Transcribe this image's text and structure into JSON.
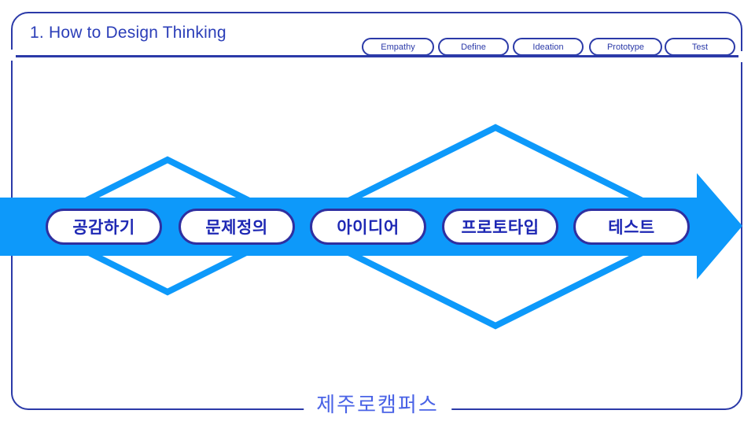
{
  "page": {
    "title": "1. How to Design Thinking"
  },
  "colors": {
    "accent_azure": "#0D99FA",
    "frame_indigo": "#2B3AA8",
    "title_blue": "#2B3EB8",
    "step_pill_border": "#2F2FA0",
    "step_pill_text": "#1E28B4",
    "logo_blue": "#4A63E6"
  },
  "stage_tabs": [
    {
      "label": "Empathy"
    },
    {
      "label": "Define"
    },
    {
      "label": "Ideation"
    },
    {
      "label": "Prototype"
    },
    {
      "label": "Test"
    }
  ],
  "process_steps": [
    {
      "label": "공감하기"
    },
    {
      "label": "문제정의"
    },
    {
      "label": "아이디어"
    },
    {
      "label": "프로토타입"
    },
    {
      "label": "테스트"
    }
  ],
  "graphic": {
    "type": "double-diamond-with-arrow"
  },
  "footer": {
    "logo_text": "제주로캠퍼스"
  }
}
